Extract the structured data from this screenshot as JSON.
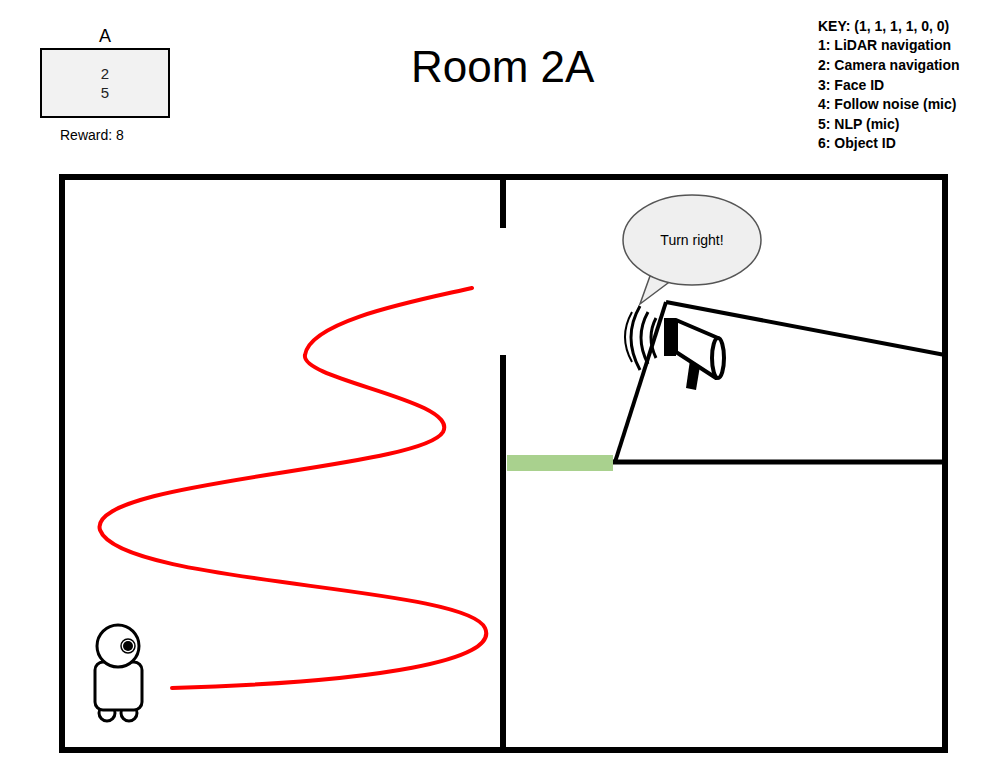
{
  "diagram": {
    "title": "Room 2A",
    "nodes": [
      {
        "text": [
          "A",
          "2",
          "5"
        ]
      },
      {
        "text": [
          "Turn right!"
        ]
      }
    ],
    "labels": [
      "Reward: 8",
      "KEY: (1, 1, 1, 1, 0, 0)",
      "1: LiDAR navigation",
      "2: Camera navigation",
      "3: Face ID",
      "4: Follow noise (mic)",
      "5: NLP (mic)",
      "6: Object ID"
    ]
  }
}
